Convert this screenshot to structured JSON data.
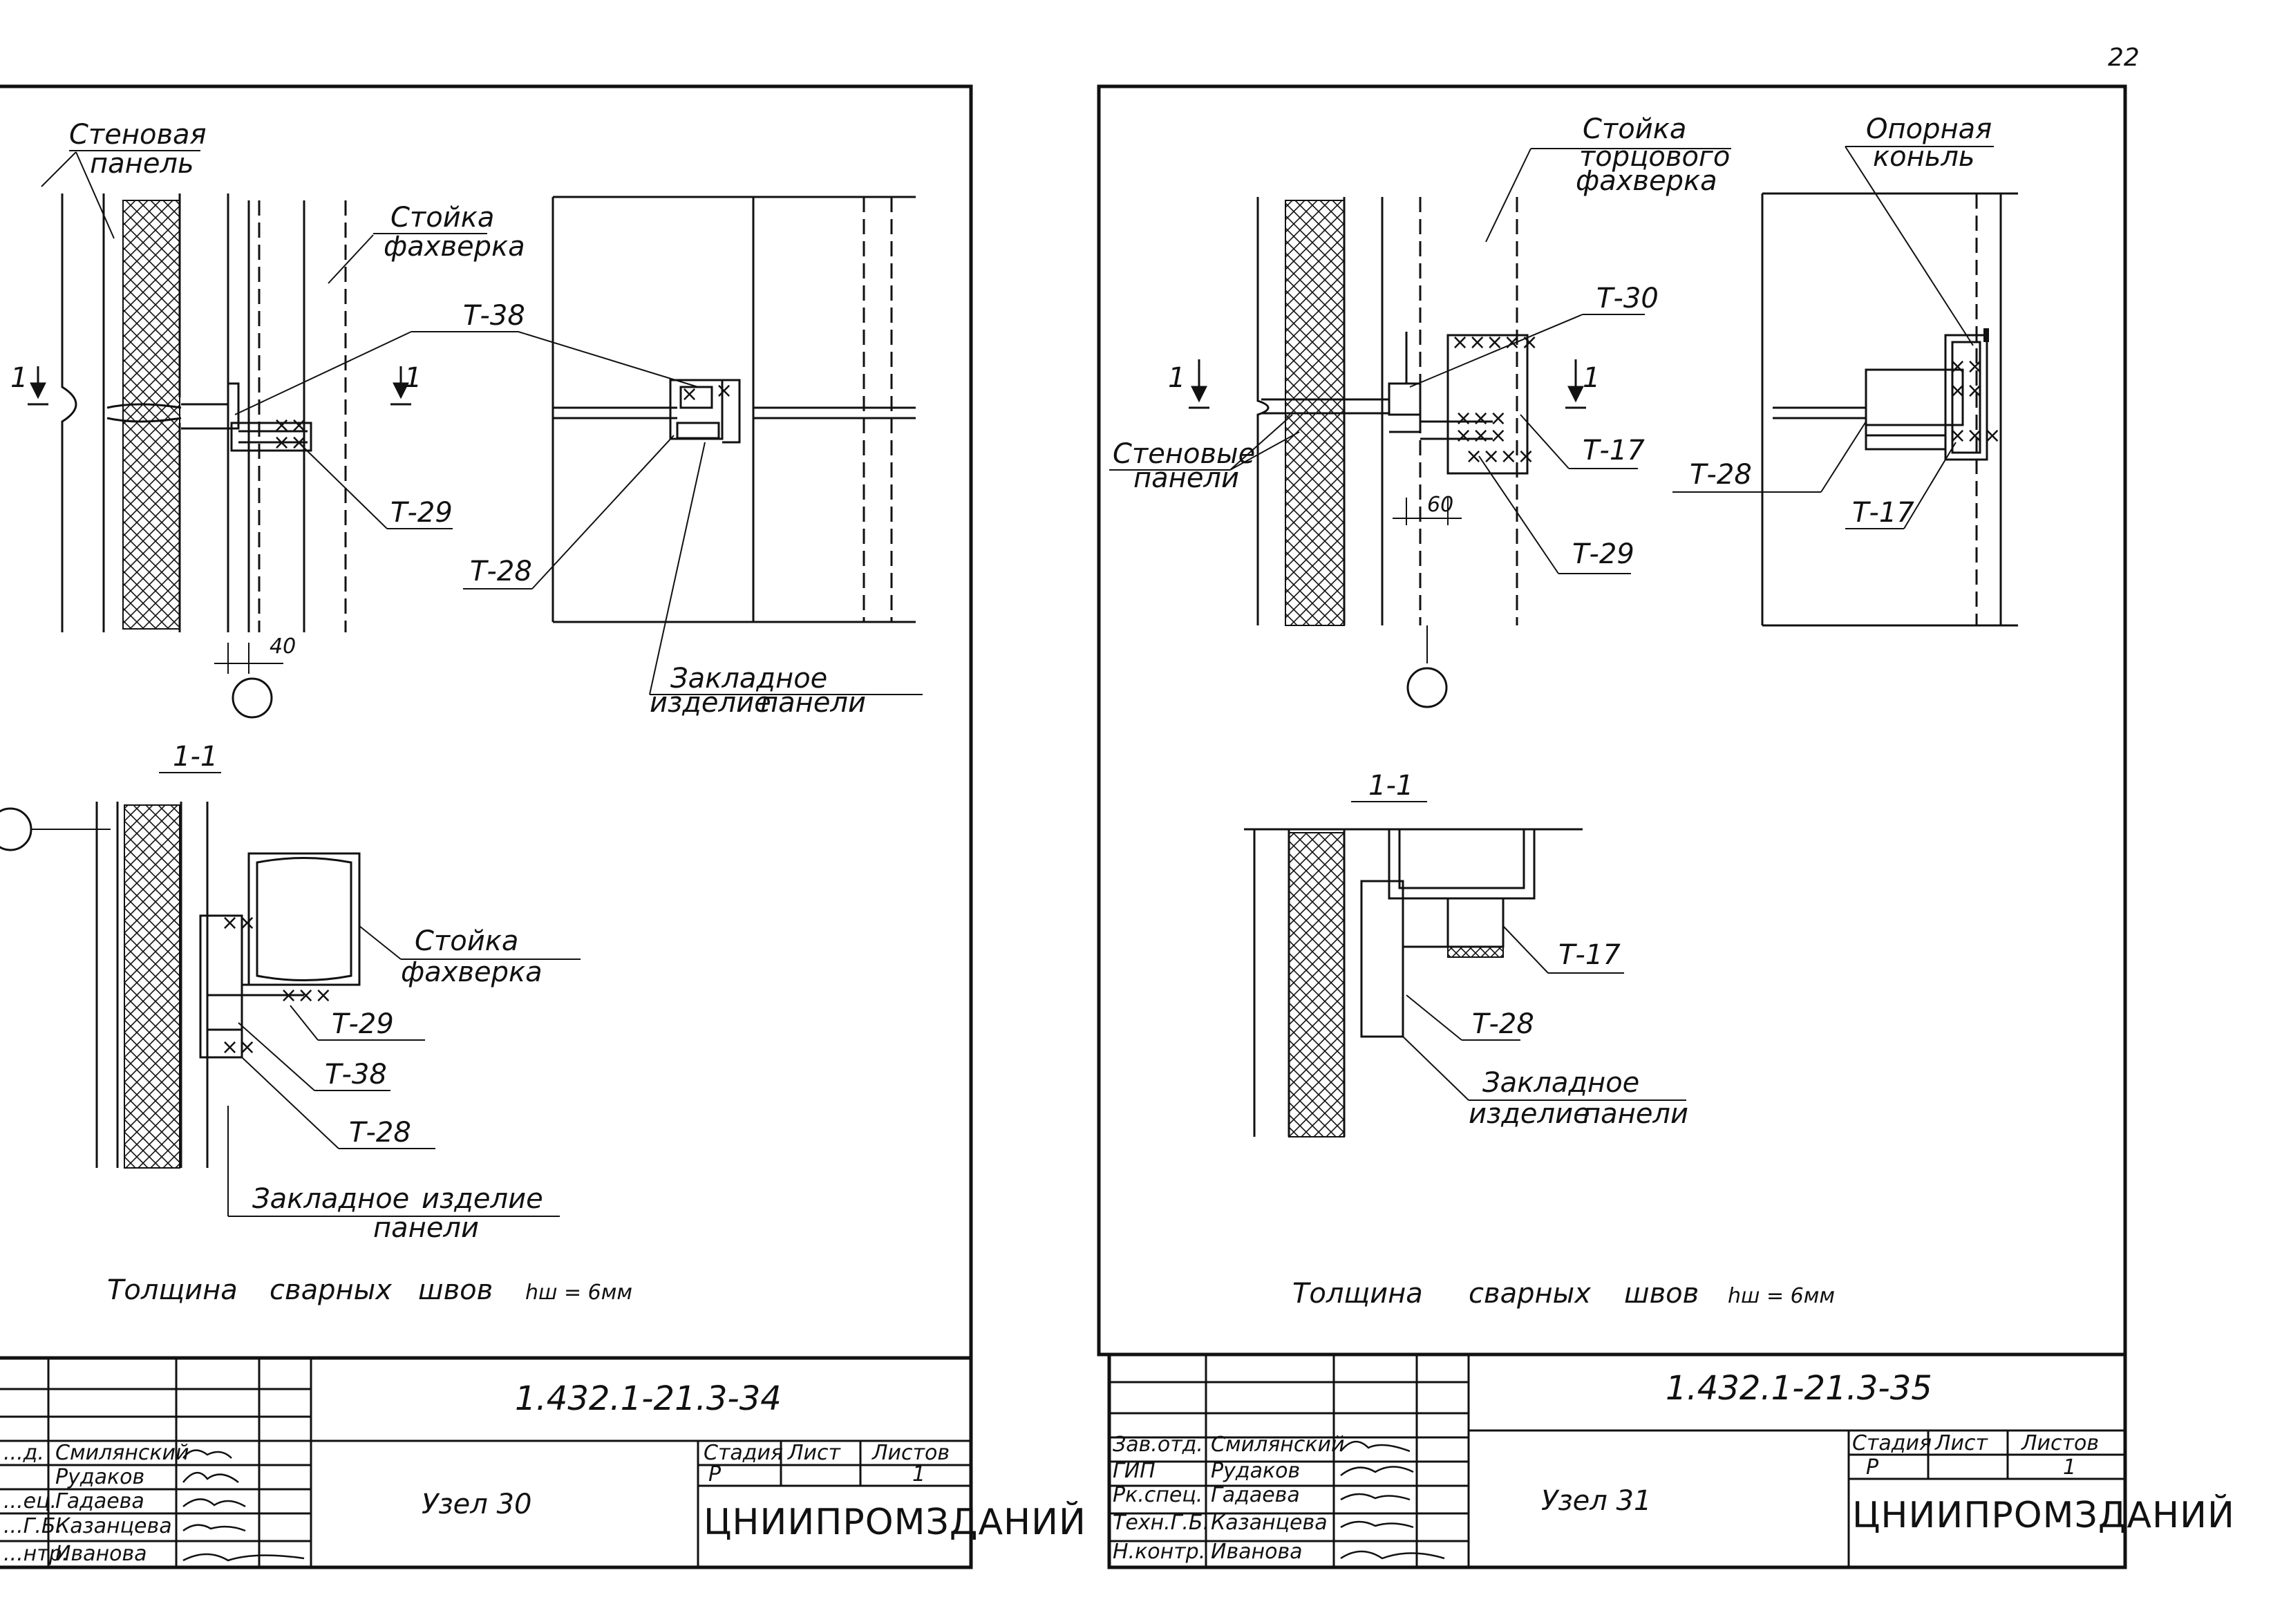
{
  "page_number": "22",
  "sheets": [
    {
      "node_label": "Узел 30",
      "code": "1.432.1-21.3-34",
      "organization": "ЦНИИПРОМЗДАНИЙ",
      "stage_header": "Стадия",
      "sheet_header": "Лист",
      "sheets_header": "Листов",
      "stage": "Р",
      "sheets_count": "1",
      "weld_note": [
        "Толщина",
        "сварных",
        "швов",
        "hш = 6мм"
      ],
      "section_label": "1-1",
      "section_mark": "1",
      "dimension": "40",
      "labels": {
        "wall_panel": [
          "Стеновая",
          "панель"
        ],
        "post": [
          "Стойка",
          "фахверка"
        ],
        "t38": "Т-38",
        "t29": "Т-29",
        "t28": "Т-28",
        "embedded": [
          "Закладное",
          "изделие",
          "панели"
        ],
        "post_section": [
          "Стойка",
          "фахверка"
        ],
        "embedded_section": [
          "Закладное",
          "изделие",
          "панели"
        ]
      },
      "signatures": [
        {
          "role": "...д.",
          "name": "Смилянский"
        },
        {
          "role": "",
          "name": "Рудаков"
        },
        {
          "role": "...ец.",
          "name": "Гадаева"
        },
        {
          "role": "...Г.Б.",
          "name": "Казанцева"
        },
        {
          "role": "...нтр.",
          "name": "Иванова"
        }
      ]
    },
    {
      "node_label": "Узел 31",
      "code": "1.432.1-21.3-35",
      "organization": "ЦНИИПРОМЗДАНИЙ",
      "stage_header": "Стадия",
      "sheet_header": "Лист",
      "sheets_header": "Листов",
      "stage": "Р",
      "sheets_count": "1",
      "weld_note": [
        "Толщина",
        "сварных",
        "швов",
        "hш = 6мм"
      ],
      "section_label": "1-1",
      "section_mark": "1",
      "dimension": "60",
      "labels": {
        "end_post": [
          "Стойка",
          "торцового",
          "фахверка"
        ],
        "support_bracket": [
          "Опорная",
          "коньль"
        ],
        "t30": "Т-30",
        "t17": "Т-17",
        "t29": "Т-29",
        "wall_panels": [
          "Стеновые",
          "панели"
        ],
        "t28": "Т-28",
        "t17b": "Т-17",
        "t17_section": "Т-17",
        "t28_section": "Т-28",
        "embedded_section": [
          "Закладное",
          "изделие",
          "панели"
        ]
      },
      "signatures": [
        {
          "role": "Зав.отд.",
          "name": "Смилянский"
        },
        {
          "role": "ГИП",
          "name": "Рудаков"
        },
        {
          "role": "Рк.спец.",
          "name": "Гадаева"
        },
        {
          "role": "Техн.Г.Б.",
          "name": "Казанцева"
        },
        {
          "role": "Н.контр.",
          "name": "Иванова"
        }
      ]
    }
  ]
}
